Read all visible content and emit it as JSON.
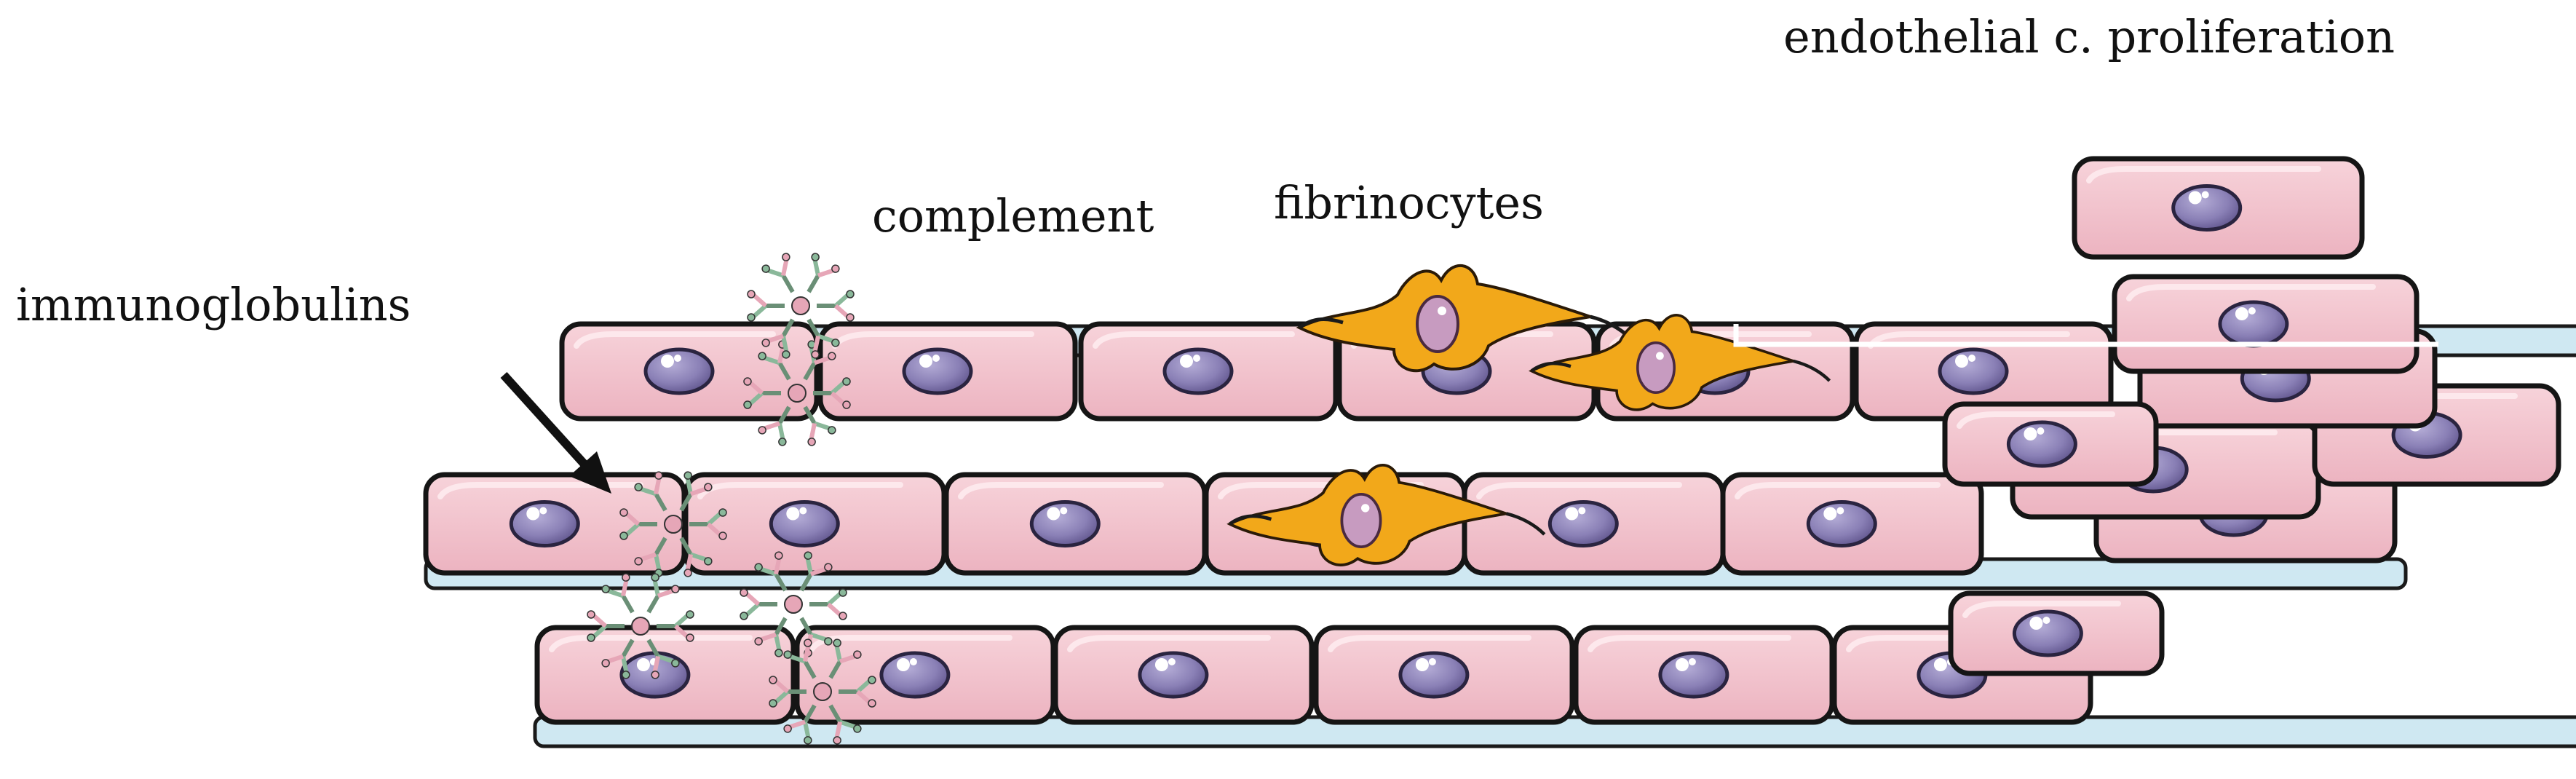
{
  "labels": {
    "immunoglobulins": "immunoglobulins",
    "complement": "complement",
    "fibrinocytes": "fibrinocytes",
    "endothelial": "endothelial c. proliferation"
  },
  "colors": {
    "cell_fill": "#f3c7cf",
    "cell_highlight": "#fbe3e8",
    "cell_shadow": "#e2a3b0",
    "nucleus": "#8e84b8",
    "nucleus_dark": "#5a4f86",
    "membrane": "#cfe8f2",
    "fibrinocyte": "#f2a81a",
    "fibrinocyte_nucleus": "#c79bc0",
    "antibody_green": "#8ab89a",
    "antibody_pink": "#e6a6b7",
    "arrow": "#111111"
  },
  "icons": [
    "endothelial-cell-icon",
    "nucleus-icon",
    "fibrinocyte-icon",
    "immunoglobulin-icon",
    "arrow-icon"
  ]
}
